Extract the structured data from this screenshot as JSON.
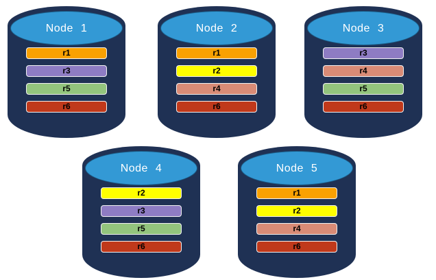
{
  "diagram": {
    "description": "Five database node cylinders, each holding four replica bars"
  },
  "palette": {
    "canvas_bg": "#FFFFFF",
    "body": "#1F3154",
    "top": "#3399D5",
    "top_border": "#1C5E88",
    "title_color": "#FFFFFF",
    "bar_text": "#000000",
    "bar_border": "#F2F2F2"
  },
  "replica_colors": {
    "r1": "#F9A103",
    "r2": "#FFFF00",
    "r3": "#8E7CC3",
    "r4": "#D98B76",
    "r5": "#93C47D",
    "r6": "#C0391B"
  },
  "nodes": [
    {
      "title": "Node 1",
      "replicas": [
        "r1",
        "r3",
        "r5",
        "r6"
      ]
    },
    {
      "title": "Node 2",
      "replicas": [
        "r1",
        "r2",
        "r4",
        "r6"
      ]
    },
    {
      "title": "Node 3",
      "replicas": [
        "r3",
        "r4",
        "r5",
        "r6"
      ]
    },
    {
      "title": "Node 4",
      "replicas": [
        "r2",
        "r3",
        "r5",
        "r6"
      ]
    },
    {
      "title": "Node 5",
      "replicas": [
        "r1",
        "r2",
        "r4",
        "r6"
      ]
    }
  ]
}
